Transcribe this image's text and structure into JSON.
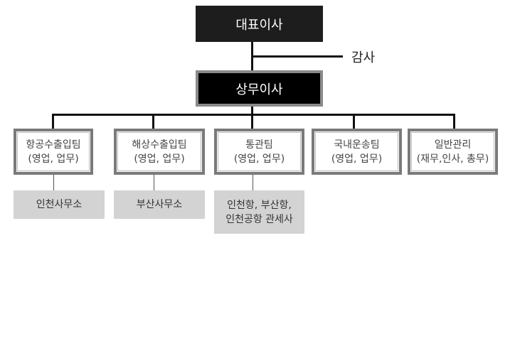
{
  "ceo": "대표이사",
  "auditor": "감사",
  "md": "상무이사",
  "teams": [
    {
      "name": "항공수출입팀",
      "sub": "(영업, 업무)"
    },
    {
      "name": "해상수출입팀",
      "sub": "(영업, 업무)"
    },
    {
      "name": "통관팀",
      "sub": "(영업, 업무)"
    },
    {
      "name": "국내운송팀",
      "sub": "(영업, 업무)"
    },
    {
      "name": "일반관리",
      "sub": "(재무,인사, 총무)"
    }
  ],
  "offices": [
    "인천사무소",
    "부산사무소",
    "인천항, 부산항,\n인천공항 관세사"
  ]
}
